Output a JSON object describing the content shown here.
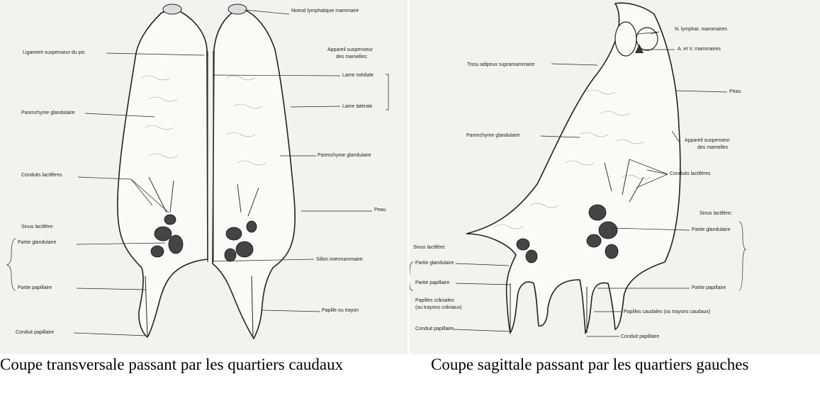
{
  "left_figure": {
    "labels": {
      "noeud_lymphatique": "Noeud lymphatique mammaire",
      "ligament_suspenseur": "Ligament suspenseur du pis",
      "appareil_suspenseur_1": "Appareil suspenseur",
      "appareil_suspenseur_2": "des mamelles:",
      "lame_mediale": "Lame médiale",
      "lame_laterale": "Lame latérale",
      "parenchyme_gauche": "Parenchyme glandulaire",
      "parenchyme_droite": "Parenchyme glandulaire",
      "conduits_lactiferes": "Conduits lactifères",
      "peau": "Peau",
      "sinus_lactifere": "Sinus lactifère:",
      "partie_glandulaire": "Partie glandulaire",
      "sillon_intermammaire": "Sillon intermammaire",
      "partie_papillaire": "Partie papillaire",
      "papille_ou_trayon": "Papille ou trayon",
      "conduit_papillaire": "Conduit papillaire"
    }
  },
  "right_figure": {
    "labels": {
      "n_lymphat": "N. lymphat. mammaires",
      "a_et_v": "A. et V. mammaires",
      "tissu_adipeux": "Tissu adipeux supramammaire",
      "peau": "Peau",
      "parenchyme": "Parenchyme glandulaire",
      "appareil_suspenseur_1": "Appareil suspenseur",
      "appareil_suspenseur_2": "des mamelles",
      "conduits_lactiferes": "Conduits lactifères",
      "sinus_lactifere_r": "Sinus lactifère:",
      "partie_glandulaire_r": "Partie glandulaire",
      "sinus_lactifere_l": "Sinus lactifère:",
      "partie_glandulaire_l": "Partie glandulaire",
      "partie_papillaire_l": "Partie papillaire",
      "partie_papillaire_r": "Partie papillaire",
      "papilles_craniales_1": "Papilles crâniales",
      "papilles_craniales_2": "(ou trayons crâniaux)",
      "papilles_caudales": "Papilles caudales (ou trayons caudaux)",
      "conduit_papillaire_l": "Conduit papillaire",
      "conduit_papillaire_r": "Conduit papillaire"
    }
  },
  "captions": {
    "left": "Coupe transversale passant par les quartiers caudaux",
    "right": "Coupe sagittale passant par les quartiers gauches"
  }
}
